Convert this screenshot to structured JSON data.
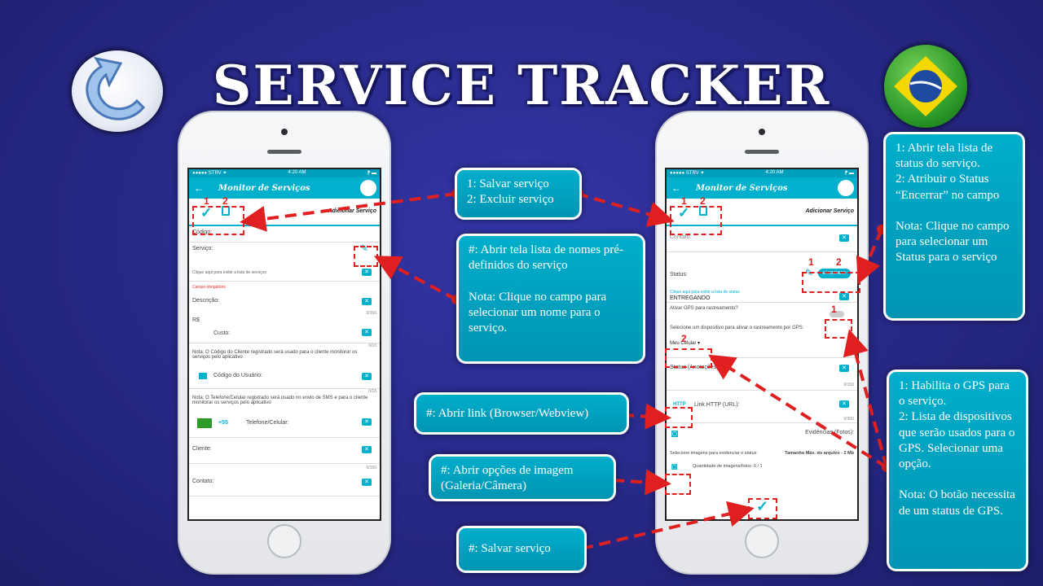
{
  "title": "SERVICE TRACKER",
  "app": {
    "status_carrier": "●●●●● STRV ✦",
    "status_time": "4:20 AM",
    "status_right": "⁋ ▬",
    "screen_title": "Monitor de Serviços",
    "add_service": "Adicionar Serviço",
    "badge_1": "1",
    "badge_2": "2"
  },
  "left_form": {
    "codigo": "Código:",
    "servico": "Serviço:",
    "servico_hint": "Clique aqui para exibir a lista de serviços",
    "campo_obrigatorio": "Campo obrigatório",
    "descricao": "Descrição:",
    "descricao_count": "0/150",
    "currency": "R$",
    "custo": "Custo:",
    "custo_count": "0/16",
    "nota_cliente": "Nota: O Código do Cliente registrado será usado para o cliente monitorar os serviços pelo aplicativo",
    "codigo_usuario": "Código do Usuário:",
    "codigo_count": "0/18",
    "nota_telefone": "Nota: O Telefone/Celular registrado será usado no envio de SMS e para o cliente monitorar os serviços pelo aplicativo",
    "ddi": "+55",
    "telefone": "Telefone/Celular:",
    "cliente": "Cliente:",
    "cliente_count": "0/150",
    "contato": "Contato:"
  },
  "right_form": {
    "contato": "Contato:",
    "status": "Status:",
    "encerrar": "ENCERRAR",
    "status_hint": "Clique aqui para exibir a lista de status",
    "status_value": "ENTREGANDO",
    "gps_question": "Ativar GPS para rastreamento?",
    "device_select": "Selecione um dispositivo para ativar o rastreamento por GPS:",
    "device_value": "Meu Celular",
    "status_anotacoes": "Status (Anotações):",
    "anotacoes_count": "0/150",
    "http": "HTTP",
    "link": "Link HTTP (URL):",
    "link_count": "0/300",
    "evidencias": "Evidências (Fotos):",
    "imagens": "Selecione imagens para evidenciar o status:",
    "tamanho": "Tamanho Máx. do arquivo - 2 Mb",
    "quantidade": "Quantidade de imagens/fotos: 0 / 1"
  },
  "callouts": {
    "salvar_excluir": "1: Salvar serviço\n2: Excluir serviço",
    "nomes": "#: Abrir tela lista de nomes pré-definidos do serviço\n\nNota: Clique no campo para selecionar um nome para o serviço.",
    "link": "#: Abrir link (Browser/Webview)",
    "imagem": "#: Abrir opções de imagem (Galeria/Câmera)",
    "salvar": "#: Salvar serviço",
    "status": "1: Abrir tela lista de status do serviço.\n2: Atribuir o Status “Encerrar” no campo\n\nNota: Clique no campo para selecionar um Status para o serviço",
    "gps": "1: Habilita o GPS para o serviço.\n2: Lista de dispositivos que serão usados para o GPS. Selecionar uma opção.\n\nNota: O botão necessita de um status de GPS."
  },
  "colors": {
    "accent": "#00b0cc",
    "arrow": "#e02020",
    "background": "#2a2b8f"
  },
  "icons": [
    "back-arrow-icon",
    "check-icon",
    "trash-icon",
    "pencil-icon",
    "clear-icon",
    "camera-icon",
    "brazil-flag-icon",
    "user-icon",
    "dropdown-icon"
  ]
}
